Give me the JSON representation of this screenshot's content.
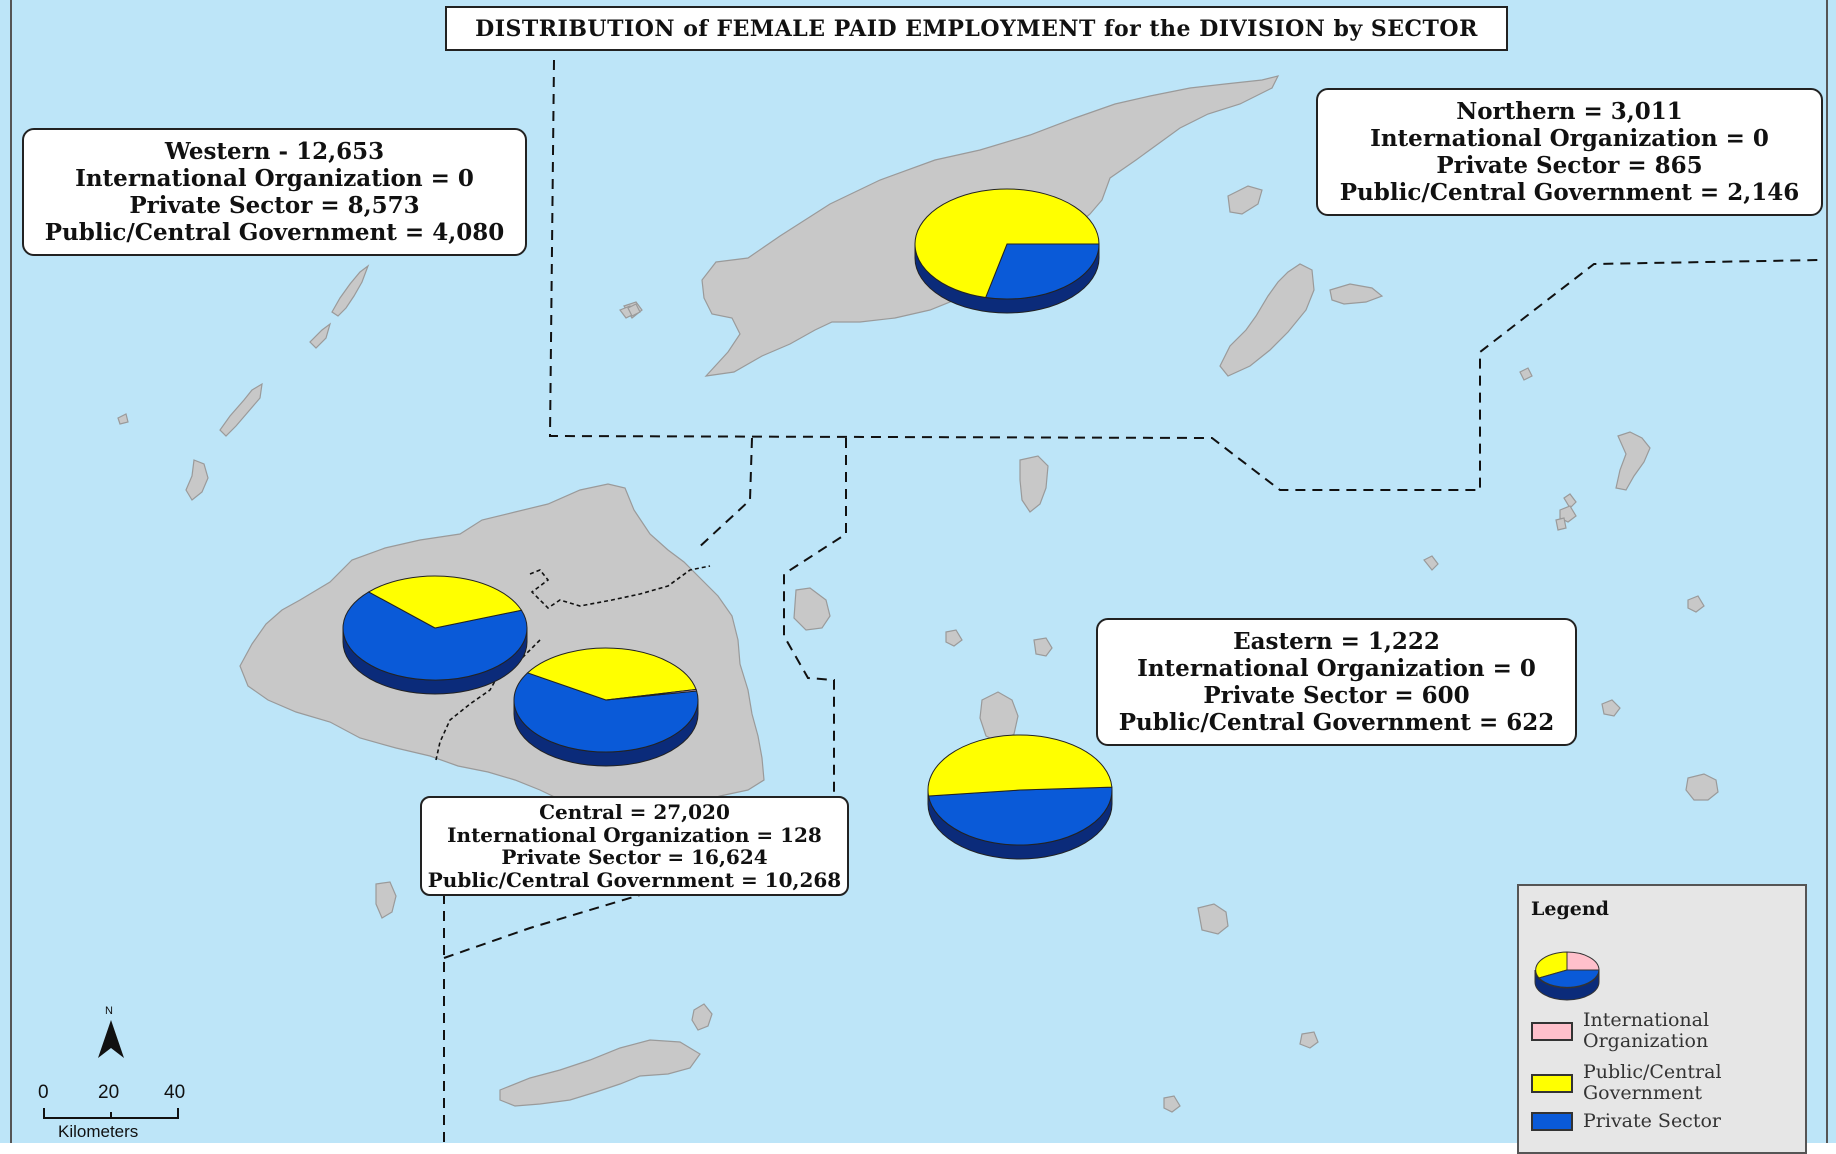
{
  "title": "DISTRIBUTION of FEMALE PAID EMPLOYMENT for the DIVISION by SECTOR",
  "colors": {
    "sea": "#bde5f8",
    "land": "#c8c8c8",
    "public_central_government": "#ffff00",
    "private_sector": "#0a5ad8",
    "international_organization": "#ffc0cb"
  },
  "divisions": {
    "western": {
      "line1": "Western - 12,653",
      "line2": "International Organization = 0",
      "line3": "Private Sector = 8,573",
      "line4": "Public/Central Government = 4,080",
      "values": {
        "international_organization": 0,
        "private_sector": 8573,
        "public_central_government": 4080
      }
    },
    "northern": {
      "line1": "Northern = 3,011",
      "line2": "International Organization = 0",
      "line3": "Private Sector = 865",
      "line4": "Public/Central Government = 2,146",
      "values": {
        "international_organization": 0,
        "private_sector": 865,
        "public_central_government": 2146
      }
    },
    "central": {
      "line1": "Central = 27,020",
      "line2": "International Organization = 128",
      "line3": "Private Sector = 16,624",
      "line4": "Public/Central Government = 10,268",
      "values": {
        "international_organization": 128,
        "private_sector": 16624,
        "public_central_government": 10268
      }
    },
    "eastern": {
      "line1": "Eastern = 1,222",
      "line2": "International Organization = 0",
      "line3": "Private Sector = 600",
      "line4": "Public/Central Government = 622",
      "values": {
        "international_organization": 0,
        "private_sector": 600,
        "public_central_government": 622
      }
    }
  },
  "legend": {
    "title": "Legend",
    "items": [
      {
        "label": "International Organization",
        "color": "#ffc0cb"
      },
      {
        "label": "Public/Central Government",
        "color": "#ffff00"
      },
      {
        "label": "Private Sector",
        "color": "#0a5ad8"
      }
    ]
  },
  "scale_bar": {
    "tick0": "0",
    "tick1": "20",
    "tick2": "40",
    "units": "Kilometers"
  },
  "north_arrow": {
    "label": "N",
    "icon": "north-arrow-icon"
  }
}
